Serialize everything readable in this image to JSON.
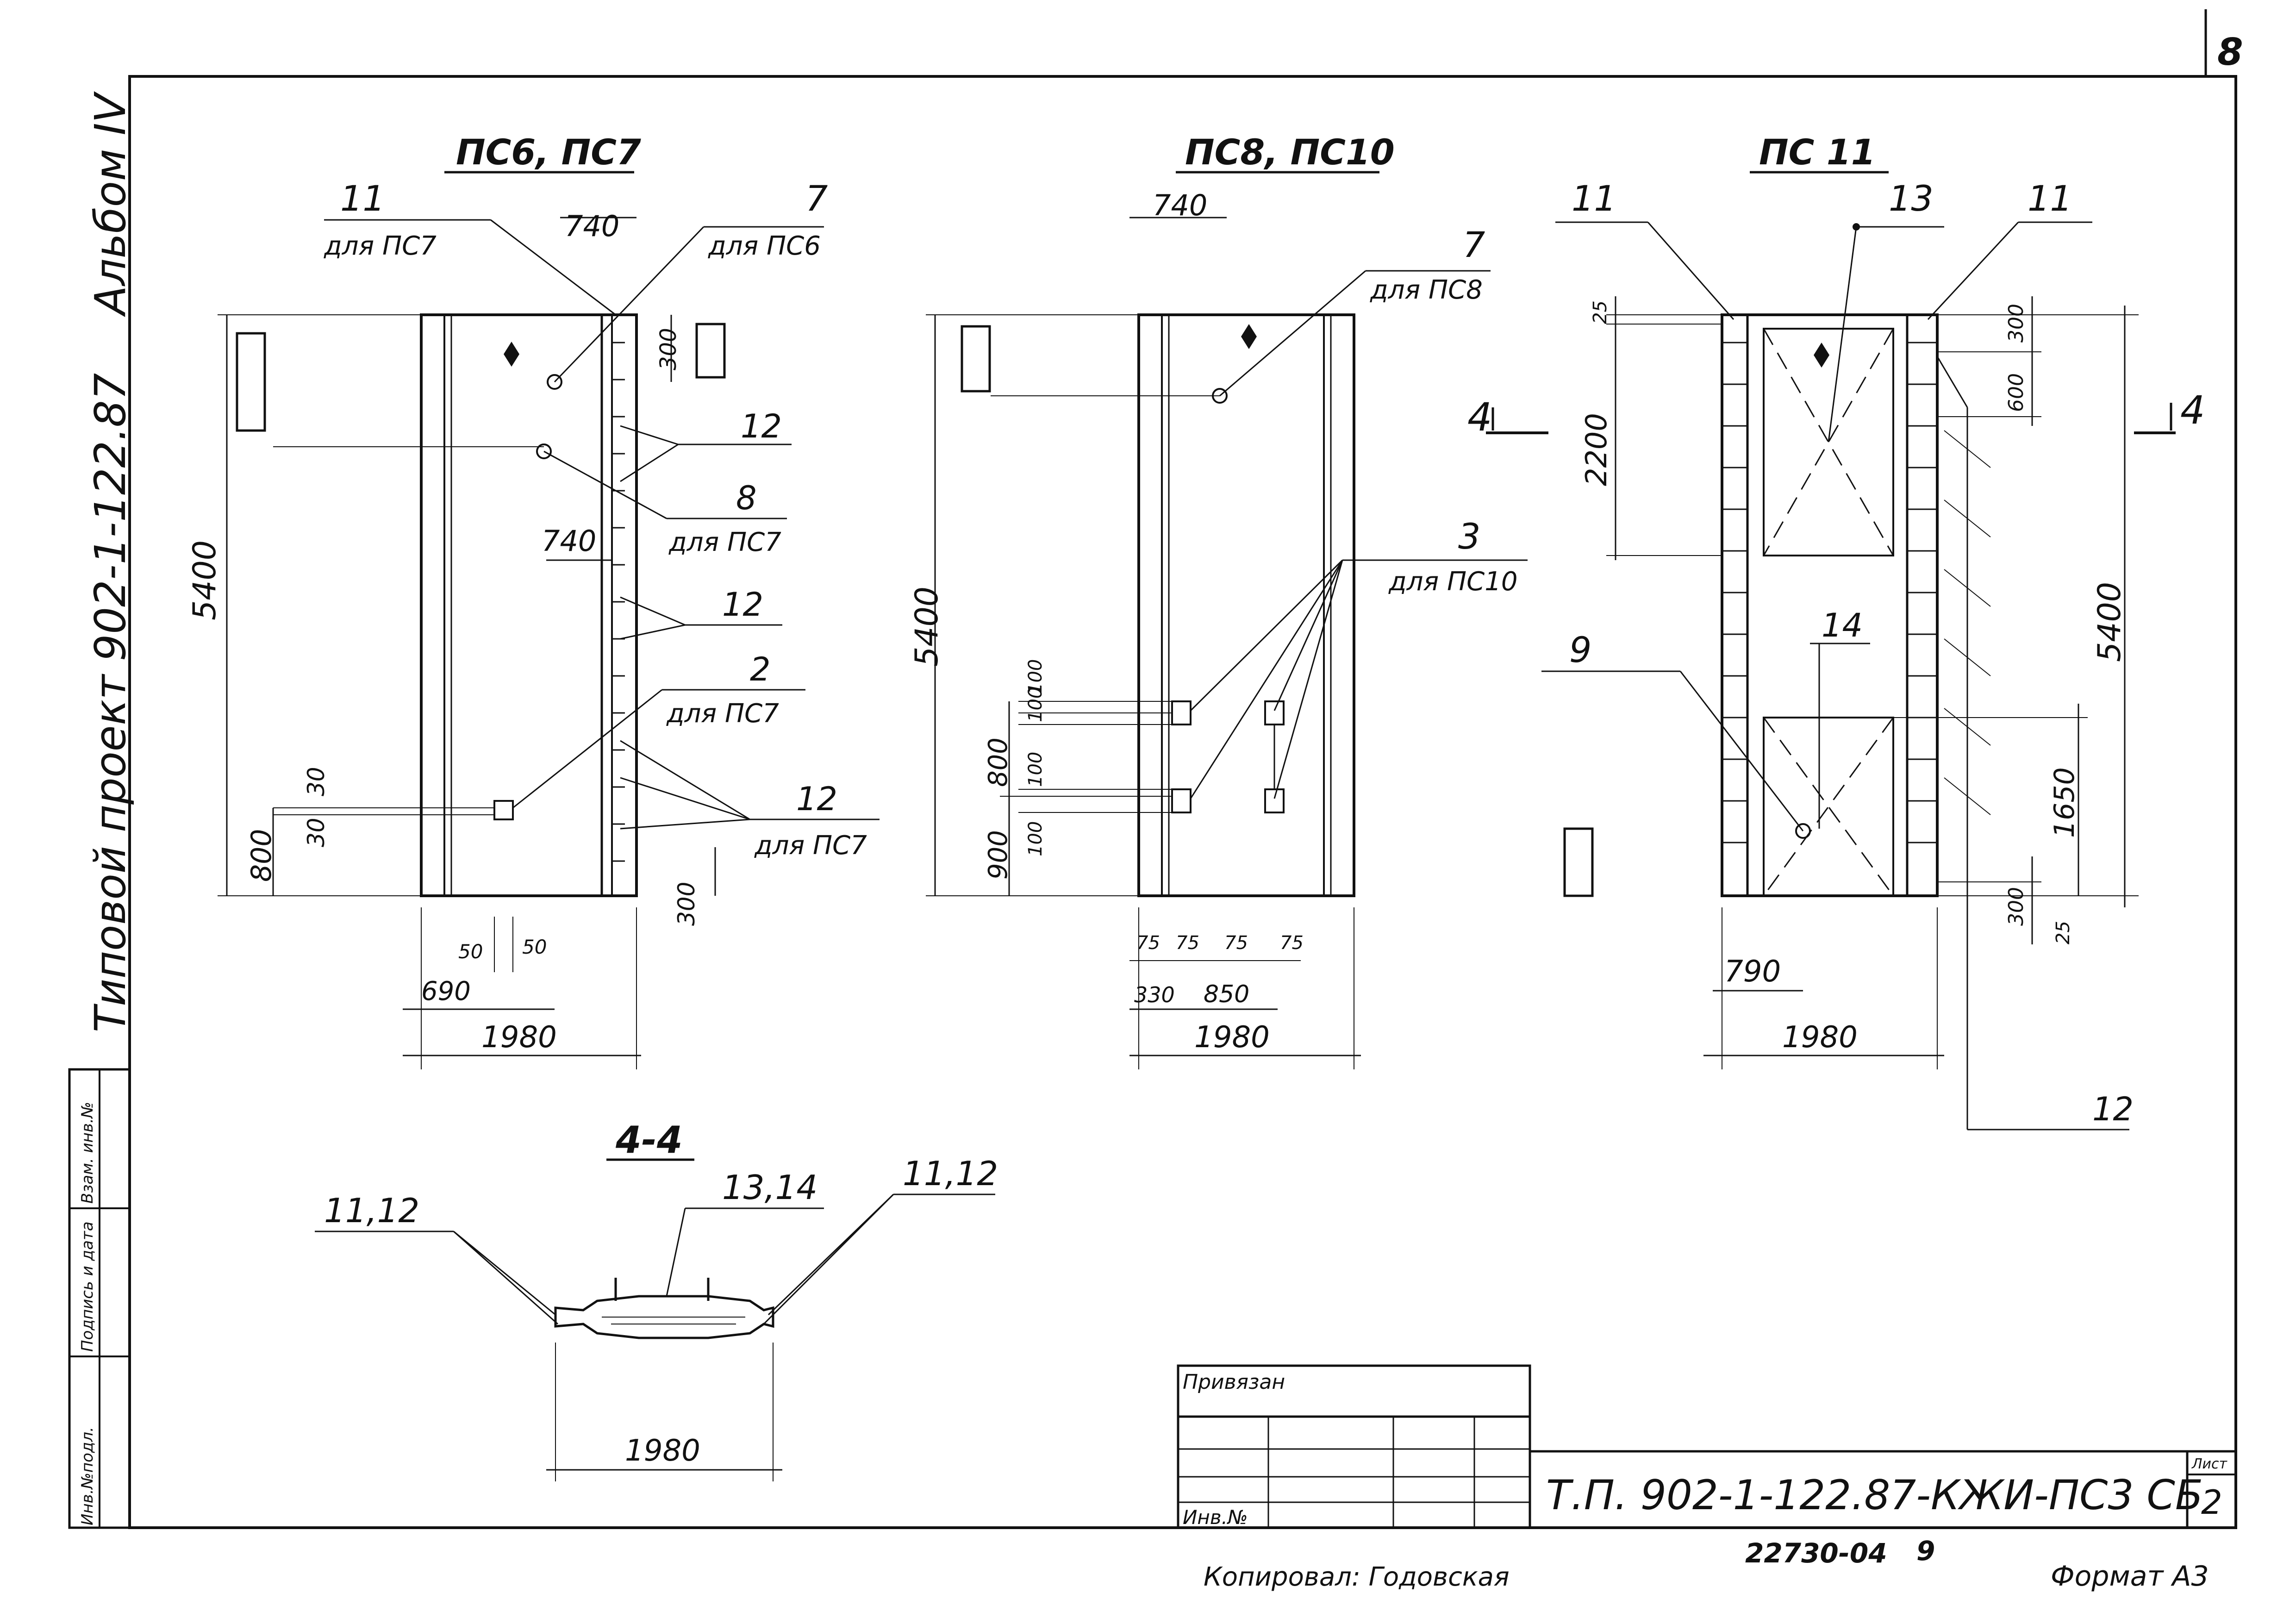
{
  "sheet": {
    "page_number": "8",
    "sheet_number": "2",
    "sheet_label": "Лист",
    "format": "Формат А3",
    "copied_by": "Копировал: Годовская",
    "stamp_number": "22730-04",
    "stamp_suffix": "9"
  },
  "side_strip": {
    "album": "Альбом IV",
    "project": "Типовой проект 902-1-122.87"
  },
  "left_columns": {
    "c1": "Инв.№подл.",
    "c2": "Подпись и дата",
    "c3": "Взам. инв.№"
  },
  "title_block": {
    "privyazan": "Привязан",
    "inv": "Инв.№",
    "code": "Т.П. 902-1-122.87-КЖИ-ПС3 СБ"
  },
  "panels": {
    "p1": {
      "title": "ПС6, ПС7",
      "dims": {
        "top": "740",
        "mid": "740",
        "height": "5400",
        "bottom_height": "800",
        "a30": "30",
        "b30": "30",
        "gap300": "300",
        "top300": "300",
        "left690": "690",
        "w50a": "50",
        "w50b": "50",
        "width": "1980"
      },
      "callouts": {
        "c11": "11",
        "c11_note": "для ПС7",
        "c7": "7",
        "c7_note": "для ПС6",
        "c12a": "12",
        "c8": "8",
        "c8_note": "для ПС7",
        "c12b": "12",
        "c2": "2",
        "c2_note": "для ПС7",
        "c12c": "12",
        "c12c_note": "для ПС7"
      }
    },
    "p2": {
      "title": "ПС8, ПС10",
      "dims": {
        "top": "740",
        "height": "5400",
        "d800": "800",
        "d900": "900",
        "d100a": "100",
        "d100b": "100",
        "d100c": "100",
        "d100d": "100",
        "d75a": "75",
        "d75b": "75",
        "d75c": "75",
        "d75d": "75",
        "d330": "330",
        "d850": "850",
        "width": "1980"
      },
      "callouts": {
        "c7": "7",
        "c7_note": "для ПС8",
        "c3": "3",
        "c3_note": "для ПС10"
      }
    },
    "p3": {
      "title": "ПС 11",
      "dims": {
        "d25top": "25",
        "d2200": "2200",
        "d300top": "300",
        "d600": "600",
        "height": "5400",
        "d1650": "1650",
        "d300bot": "300",
        "d25bot": "25",
        "d790": "790",
        "width": "1980"
      },
      "callouts": {
        "c11a": "11",
        "c13": "13",
        "c11b": "11",
        "c9": "9",
        "c14": "14",
        "c12": "12"
      },
      "section_mark": "4"
    },
    "section": {
      "title": "4-4",
      "c_left": "11,12",
      "c_mid": "13,14",
      "c_right": "11,12",
      "width": "1980"
    }
  }
}
